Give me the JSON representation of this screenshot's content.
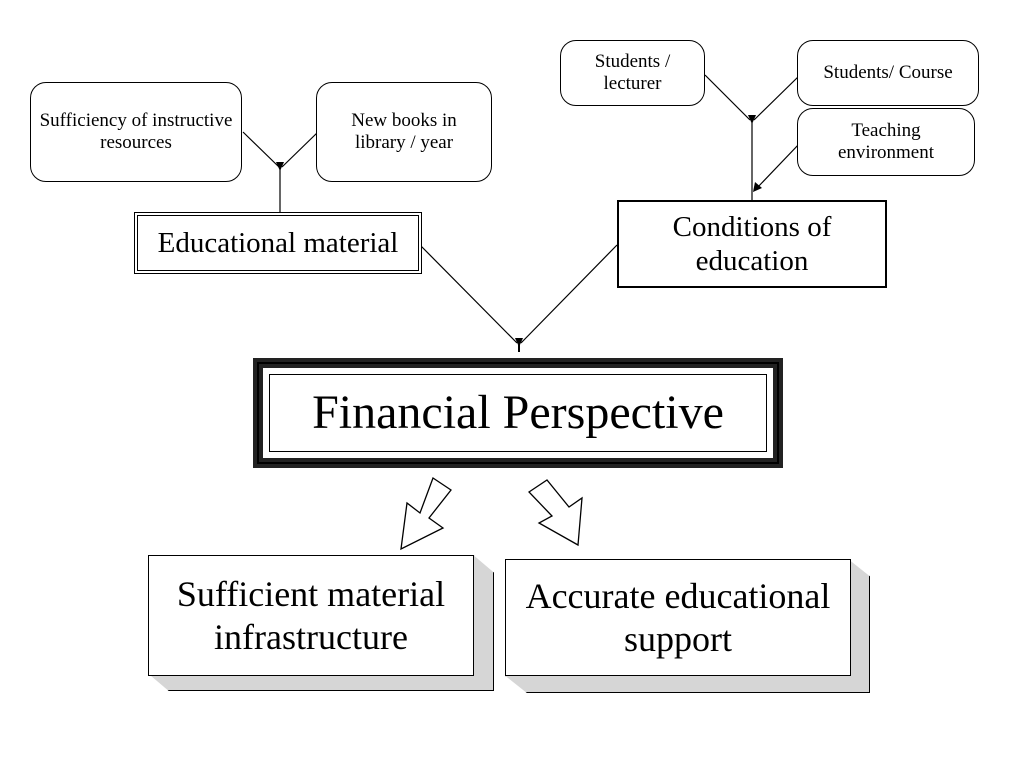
{
  "nodes": {
    "sufficiency": "Sufficiency of instructive resources",
    "new_books": "New books in library / year",
    "students_lecturer": "Students / lecturer",
    "students_course": "Students/ Course",
    "teaching_env": "Teaching environment",
    "educational_material": "Educational material",
    "conditions": "Conditions of education",
    "financial": "Financial Perspective",
    "sufficient_material": "Sufficient material infrastructure",
    "accurate_support": "Accurate educational support"
  },
  "colors": {
    "stroke": "#000000",
    "block_side": "#d6d6d6",
    "background": "#ffffff"
  }
}
